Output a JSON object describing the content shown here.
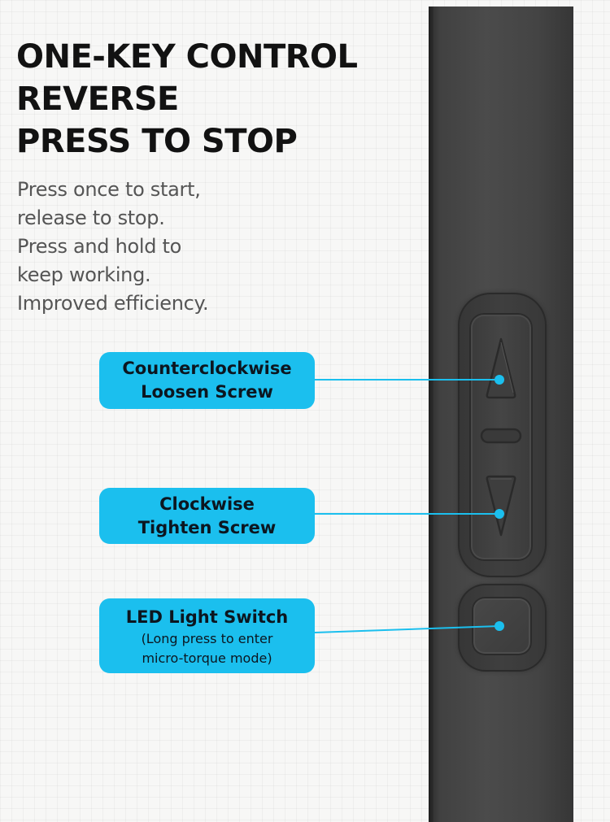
{
  "headline": {
    "line1": "ONE-KEY CONTROL",
    "line2": "REVERSE",
    "line3": "PRESS TO STOP"
  },
  "description": {
    "line1": "Press once to start,",
    "line2": "release to stop.",
    "line3": "Press and hold to",
    "line4": "keep working.",
    "line5": "Improved efficiency."
  },
  "callouts": {
    "counterclockwise": {
      "line1": "Counterclockwise",
      "line2": "Loosen Screw"
    },
    "clockwise": {
      "line1": "Clockwise",
      "line2": "Tighten Screw"
    },
    "led": {
      "line1": "LED Light Switch",
      "line2": "(Long press to enter",
      "line3": "micro-torque mode)"
    }
  },
  "colors": {
    "callout_bg": "#1bbfee",
    "device_body": "#444444",
    "headline": "#121212",
    "description": "#555555"
  },
  "icons": {
    "up_button": "triangle-up-icon",
    "down_button": "triangle-down-icon",
    "led_button": "led-dot-icon"
  }
}
